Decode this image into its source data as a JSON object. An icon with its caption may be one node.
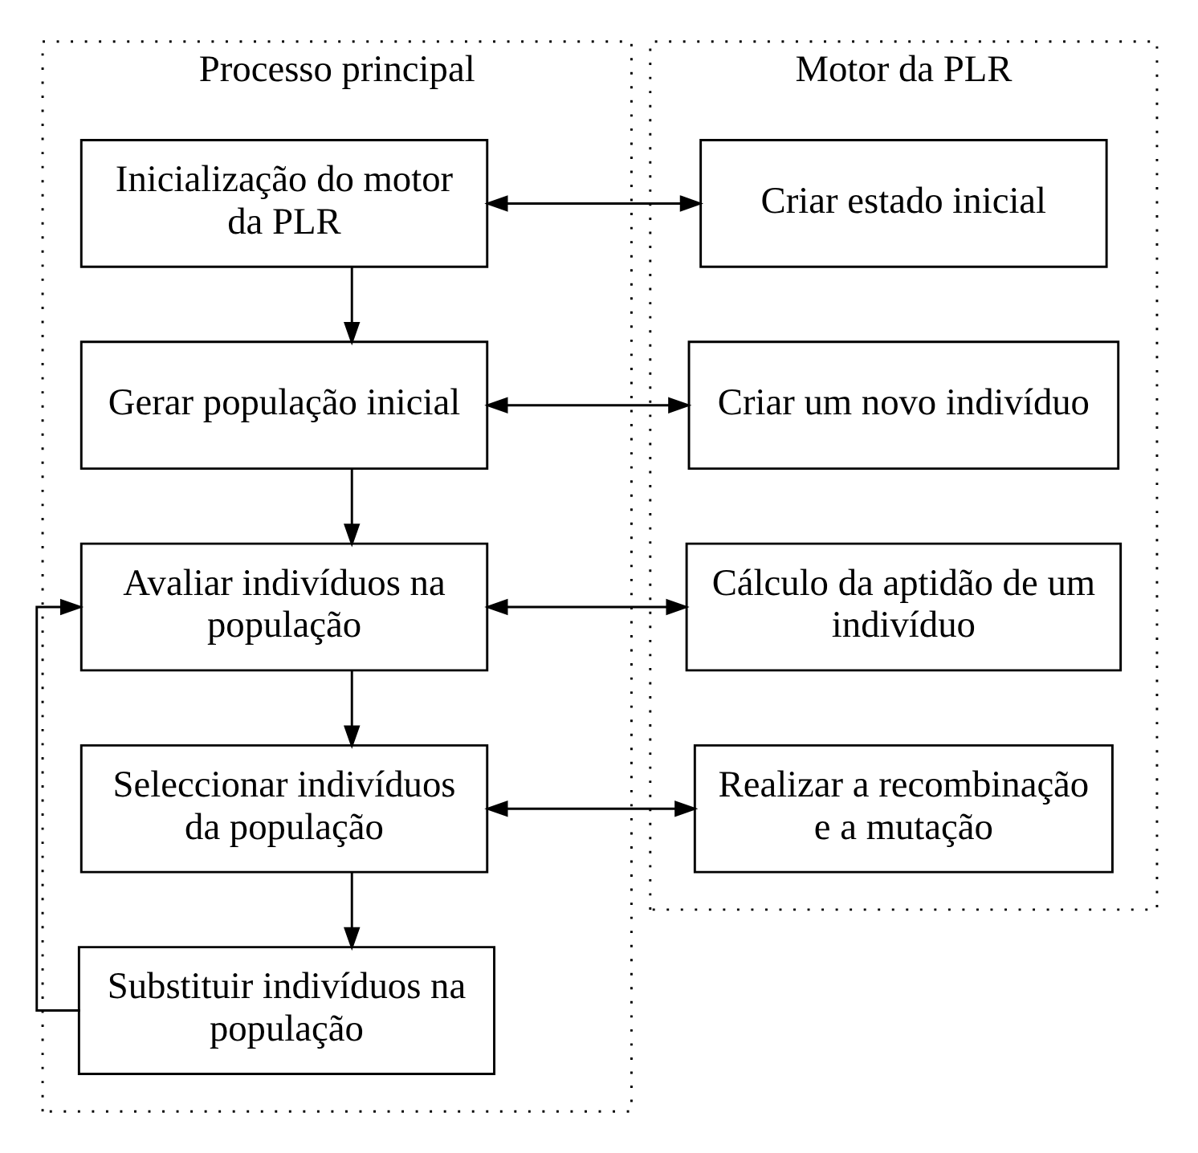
{
  "diagram": {
    "nodes": [
      {
        "text": [
          "Processo principal"
        ]
      },
      {
        "text": [
          "Motor da PLR"
        ]
      },
      {
        "text": [
          "Inicialização do motor da PLR"
        ],
        "in": 0
      },
      {
        "text": [
          "Gerar população inicial"
        ],
        "in": 0
      },
      {
        "text": [
          "Avaliar indivíduos na população"
        ],
        "in": 0
      },
      {
        "text": [
          "Seleccionar indivíduos da população"
        ],
        "in": 0
      },
      {
        "text": [
          "Substituir indivíduos na população"
        ],
        "in": 0
      },
      {
        "text": [
          "Criar estado inicial"
        ],
        "in": 1
      },
      {
        "text": [
          "Criar um novo indivíduo"
        ],
        "in": 1
      },
      {
        "text": [
          "Cálculo da aptidão de um indivíduo"
        ],
        "in": 1
      },
      {
        "text": [
          "Realizar a recombinação e a mutação"
        ],
        "in": 1
      }
    ],
    "edges": [
      {
        "from": 2,
        "to": 3,
        "arrow": "to"
      },
      {
        "from": 3,
        "to": 4,
        "arrow": "to"
      },
      {
        "from": 4,
        "to": 5,
        "arrow": "to"
      },
      {
        "from": 5,
        "to": 6,
        "arrow": "to"
      },
      {
        "from": 6,
        "to": 4,
        "arrow": "to"
      },
      {
        "from": 2,
        "to": 7,
        "arrow": "both"
      },
      {
        "from": 3,
        "to": 8,
        "arrow": "both"
      },
      {
        "from": 4,
        "to": 9,
        "arrow": "both"
      },
      {
        "from": 5,
        "to": 10,
        "arrow": "both"
      }
    ]
  }
}
